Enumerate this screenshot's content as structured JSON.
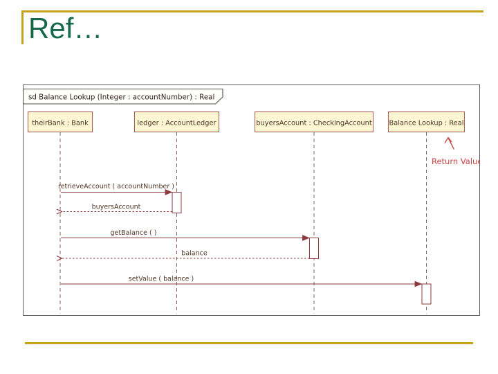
{
  "slide": {
    "title": "Ref…"
  },
  "colors": {
    "accent-olive": "#c3a21c",
    "title-green": "#17684a",
    "diagram-line": "#8e3b3f",
    "diagram-text": "#4f3529",
    "lifeline-fill": "#fcf6d2",
    "lifeline-border": "#a8625a",
    "frame-border": "#606060",
    "annotation-red": "#cc4343"
  },
  "diagram": {
    "frame_label": "sd Balance Lookup (Integer : accountNumber) : Real",
    "lifelines": [
      {
        "label": "theirBank : Bank"
      },
      {
        "label": "ledger : AccountLedger"
      },
      {
        "label": "buyersAccount : CheckingAccount"
      },
      {
        "label": "Balance Lookup : Real"
      }
    ],
    "messages": [
      {
        "label": "retrieveAccount ( accountNumber )",
        "kind": "call"
      },
      {
        "label": "buyersAccount",
        "kind": "return"
      },
      {
        "label": "getBalance ( )",
        "kind": "call"
      },
      {
        "label": "balance",
        "kind": "return"
      },
      {
        "label": "setValue ( balance )",
        "kind": "call"
      }
    ],
    "annotation": {
      "label": "Return Value"
    }
  }
}
